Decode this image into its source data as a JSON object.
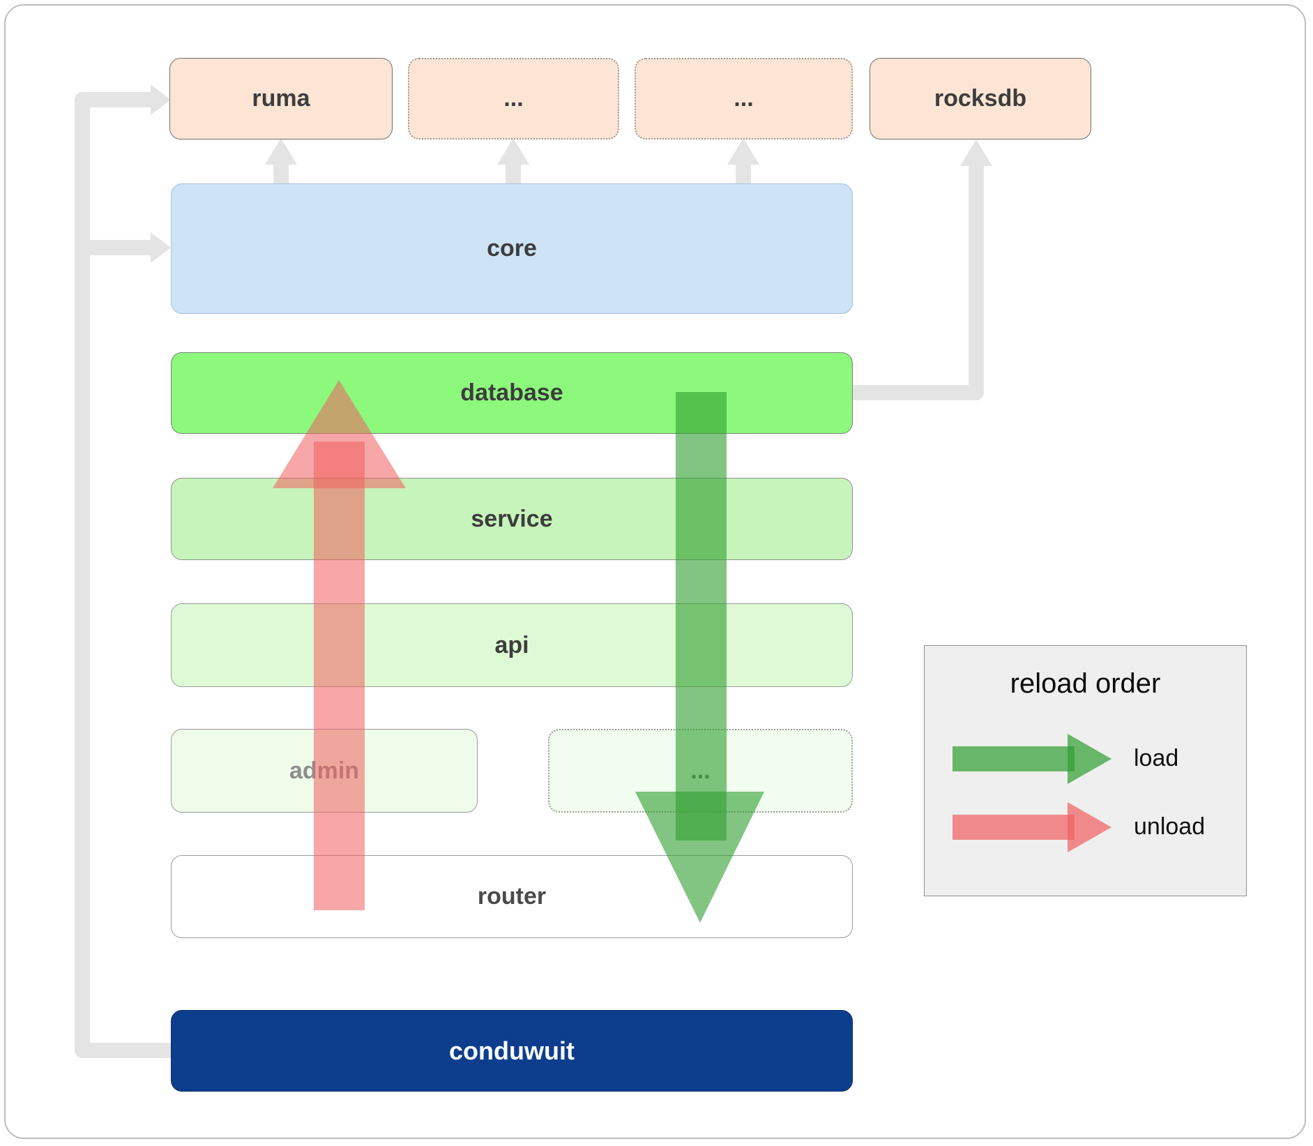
{
  "colors": {
    "load_arrow": "#2f9e2f",
    "unload_arrow": "#f15f5f",
    "connector_gray": "#e4e4e4",
    "database_green": "#8cf87c",
    "core_blue": "#cfe3f7",
    "peach": "#fce5d4",
    "conduwuit_navy": "#0d3e8d"
  },
  "boxes": {
    "ruma": "ruma",
    "ext1": "...",
    "ext2": "...",
    "rocksdb": "rocksdb",
    "core": "core",
    "database": "database",
    "service": "service",
    "api": "api",
    "admin": "admin",
    "more_services": "...",
    "router": "router",
    "conduwuit": "conduwuit"
  },
  "legend": {
    "title": "reload order",
    "load_label": "load",
    "unload_label": "unload"
  }
}
